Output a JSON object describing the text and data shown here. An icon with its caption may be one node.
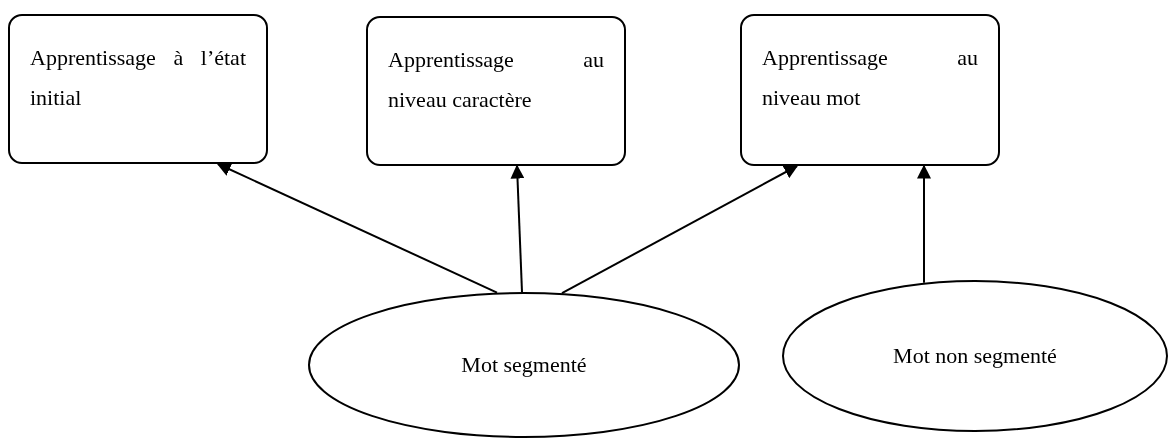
{
  "diagram": {
    "nodes": [
      {
        "text": [
          "Apprentissage à l’état initial"
        ]
      },
      {
        "text": [
          "Apprentissage au niveau caractère"
        ]
      },
      {
        "text": [
          "Apprentissage au niveau mot"
        ]
      },
      {
        "text": [
          "Mot segmenté"
        ]
      },
      {
        "text": [
          "Mot non segmenté"
        ]
      }
    ],
    "edges": [
      {
        "from": 3,
        "to": 0,
        "arrow": "to"
      },
      {
        "from": 3,
        "to": 1,
        "arrow": "to"
      },
      {
        "from": 3,
        "to": 2,
        "arrow": "to"
      },
      {
        "from": 4,
        "to": 2,
        "arrow": "to"
      }
    ]
  }
}
